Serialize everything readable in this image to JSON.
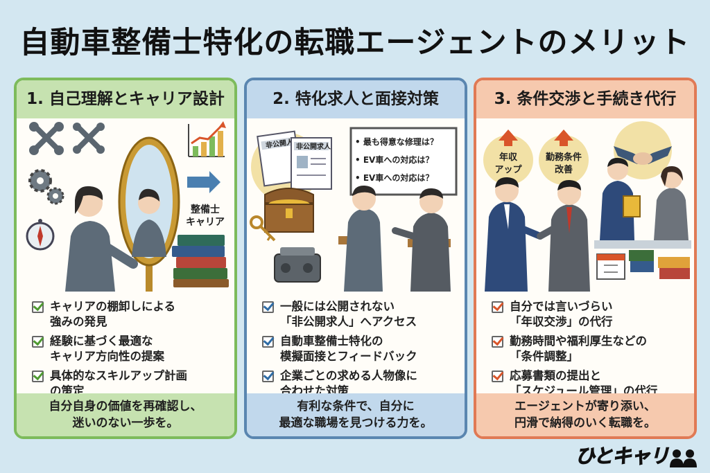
{
  "title": "自動車整備士特化の転職エージェントのメリット",
  "cards": [
    {
      "heading": "1. 自己理解とキャリア設計",
      "illus_label": "整備士\nキャリア",
      "illus_label_l1": "整備士",
      "illus_label_l2": "キャリア",
      "items": [
        {
          "l1": "キャリアの棚卸しによる",
          "l2": "強みの発見"
        },
        {
          "l1": "経験に基づく最適な",
          "l2": "キャリア方向性の提案"
        },
        {
          "l1": "具体的なスキルアップ計画",
          "l2": "の策定"
        }
      ],
      "footer_l1": "自分自身の価値を再確認し、",
      "footer_l2": "迷いのない一歩を。"
    },
    {
      "heading": "2. 特化求人と面接対策",
      "doc_label_1": "非公開人",
      "doc_label_2": "非公開求人",
      "board_q1": "• 最も得意な修理は？",
      "board_q2": "• EV車への対応は？",
      "board_q3": "• EV車への対応は？",
      "items": [
        {
          "l1": "一般には公開されない",
          "l2": "「非公開求人」へアクセス"
        },
        {
          "l1": "自動車整備士特化の",
          "l2": "模擬面接とフィードバック"
        },
        {
          "l1": "企業ごとの求める人物像に",
          "l2": "合わせた対策"
        }
      ],
      "footer_l1": "有利な条件で、自分に",
      "footer_l2": "最適な職場を見つける力を。"
    },
    {
      "heading": "3. 条件交渉と手続き代行",
      "badge_1_l1": "年収",
      "badge_1_l2": "アップ",
      "badge_2_l1": "勤務条件",
      "badge_2_l2": "改善",
      "items": [
        {
          "l1": "自分では言いづらい",
          "l2": "「年収交渉」の代行"
        },
        {
          "l1": "勤務時間や福利厚生などの",
          "l2": "「条件調整」"
        },
        {
          "l1": "応募書類の提出と",
          "l2": "「スケジュール管理」の代行"
        }
      ],
      "footer_l1": "エージェントが寄り添い、",
      "footer_l2": "円滑で納得のいく転職を。"
    }
  ],
  "logo": "ひとキャリ",
  "colors": {
    "background": "#d3e7f1",
    "card1_accent": "#7dbb5c",
    "card2_accent": "#5a86b0",
    "card3_accent": "#e07a55"
  },
  "icons": [
    "wrench-icon",
    "gear-icon",
    "compass-icon",
    "mirror-icon",
    "growth-chart-icon",
    "books-icon",
    "treasure-chest-icon",
    "key-icon",
    "engine-icon",
    "whiteboard-icon",
    "arrow-up-icon",
    "handshake-icon",
    "calendar-icon",
    "check-icon"
  ]
}
